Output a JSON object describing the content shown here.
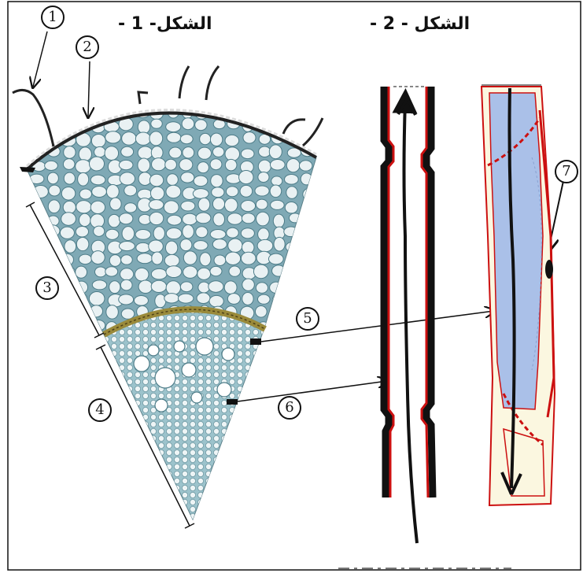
{
  "figures": {
    "figure1_title": "الشكل- 1 -",
    "figure2_title": "الشكل - 2 -"
  },
  "labels": [
    "1",
    "2",
    "3",
    "4",
    "5",
    "6",
    "7"
  ],
  "colors": {
    "tissue_blue": "#8fb9c4",
    "cell_fill": "#e9f1f3",
    "endodermis": "#9a8a3a",
    "xylem_wall": "#cc1010",
    "cell_blue": "#aac0e8",
    "cell_cream": "#fbf7e0"
  }
}
